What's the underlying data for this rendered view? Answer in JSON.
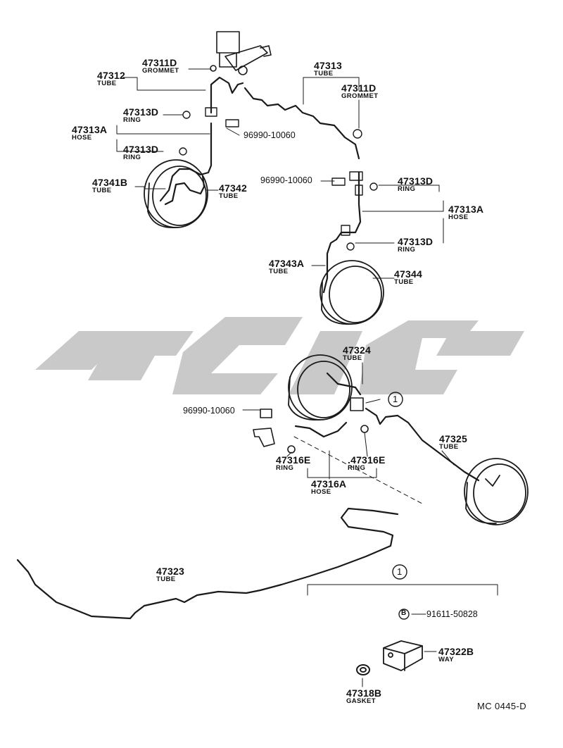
{
  "diagram": {
    "watermark": "watermark-logo",
    "drawing_code": "MC 0445-D",
    "callouts": {
      "c47311d_top": {
        "part": "47311D",
        "desc": "GROMMET"
      },
      "c47312": {
        "part": "47312",
        "desc": "TUBE"
      },
      "c47313": {
        "part": "47313",
        "desc": "TUBE"
      },
      "c47311d_right": {
        "part": "47311D",
        "desc": "GROMMET"
      },
      "c47313d_1": {
        "part": "47313D",
        "desc": "RING"
      },
      "c47313a_left": {
        "part": "47313A",
        "desc": "HOSE"
      },
      "c47313d_2": {
        "part": "47313D",
        "desc": "RING"
      },
      "c96990_a": {
        "part": "96990-10060"
      },
      "c47341b": {
        "part": "47341B",
        "desc": "TUBE"
      },
      "c47342": {
        "part": "47342",
        "desc": "TUBE"
      },
      "c96990_b": {
        "part": "96990-10060"
      },
      "c47313d_3": {
        "part": "47313D",
        "desc": "RING"
      },
      "c47313a_right": {
        "part": "47313A",
        "desc": "HOSE"
      },
      "c47313d_4": {
        "part": "47313D",
        "desc": "RING"
      },
      "c47343a": {
        "part": "47343A",
        "desc": "TUBE"
      },
      "c47344": {
        "part": "47344",
        "desc": "TUBE"
      },
      "c47324": {
        "part": "47324",
        "desc": "TUBE"
      },
      "c96990_c": {
        "part": "96990-10060"
      },
      "c47325": {
        "part": "47325",
        "desc": "TUBE"
      },
      "c47316e_l": {
        "part": "47316E",
        "desc": "RING"
      },
      "c47316e_r": {
        "part": ".47316E",
        "desc": "RING"
      },
      "c47316a": {
        "part": "47316A",
        "desc": "HOSE"
      },
      "c47323": {
        "part": "47323",
        "desc": "TUBE"
      },
      "c91611": {
        "part": "91611-50828",
        "marker": "B"
      },
      "c47322b": {
        "part": "47322B",
        "desc": "WAY"
      },
      "c47318b": {
        "part": "47318B",
        "desc": "GASKET"
      }
    },
    "group_marker": "1"
  }
}
